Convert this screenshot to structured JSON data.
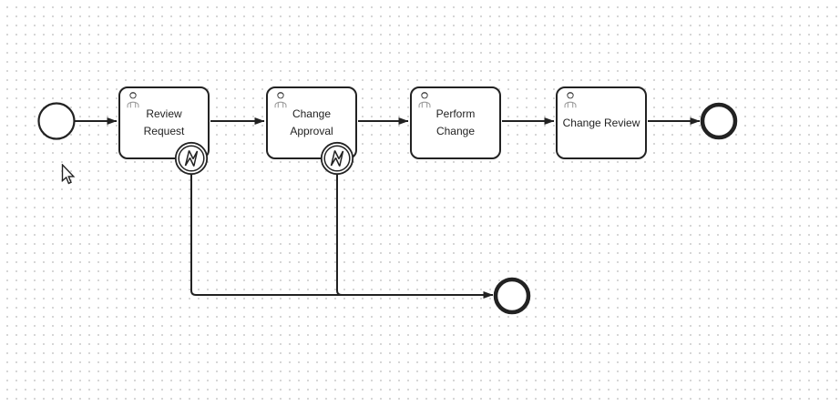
{
  "diagram": {
    "tasks": [
      {
        "id": "review-request",
        "label": "Review\nRequest"
      },
      {
        "id": "change-approval",
        "label": "Change\nApproval"
      },
      {
        "id": "perform-change",
        "label": "Perform\nChange"
      },
      {
        "id": "change-review",
        "label": "Change Review"
      }
    ],
    "events": {
      "start_count": 1,
      "end_count": 2,
      "boundary_error_count": 2
    },
    "icons": {
      "task_marker": "user-icon",
      "boundary_marker": "error-lightning-icon"
    },
    "colors": {
      "stroke": "#222222",
      "icon_gray": "#999999",
      "grid_dot": "#cccccc",
      "canvas_bg": "#ffffff"
    }
  }
}
